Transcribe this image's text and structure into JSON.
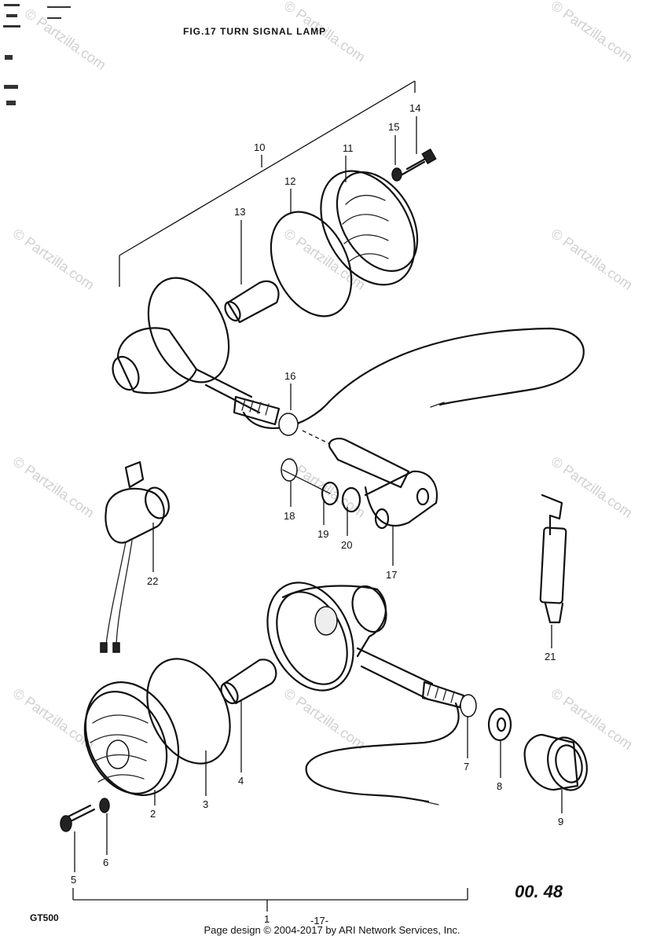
{
  "figure": {
    "title": "FIG.17  TURN SIGNAL LAMP",
    "model": "GT500",
    "page_number": "-17-",
    "code": "00. 48"
  },
  "watermark": "© Partzilla.com",
  "footer_text": "Page design © 2004-2017 by ARI Network Services, Inc.",
  "callouts": [
    {
      "num": "2"
    },
    {
      "num": "3"
    },
    {
      "num": "4"
    },
    {
      "num": "5"
    },
    {
      "num": "6"
    },
    {
      "num": "7"
    },
    {
      "num": "8"
    },
    {
      "num": "9"
    },
    {
      "num": "10"
    },
    {
      "num": "11"
    },
    {
      "num": "12"
    },
    {
      "num": "13"
    },
    {
      "num": "14"
    },
    {
      "num": "15"
    },
    {
      "num": "16"
    },
    {
      "num": "17"
    },
    {
      "num": "18"
    },
    {
      "num": "19"
    },
    {
      "num": "20"
    },
    {
      "num": "21"
    },
    {
      "num": "22"
    },
    {
      "num": "1"
    }
  ]
}
